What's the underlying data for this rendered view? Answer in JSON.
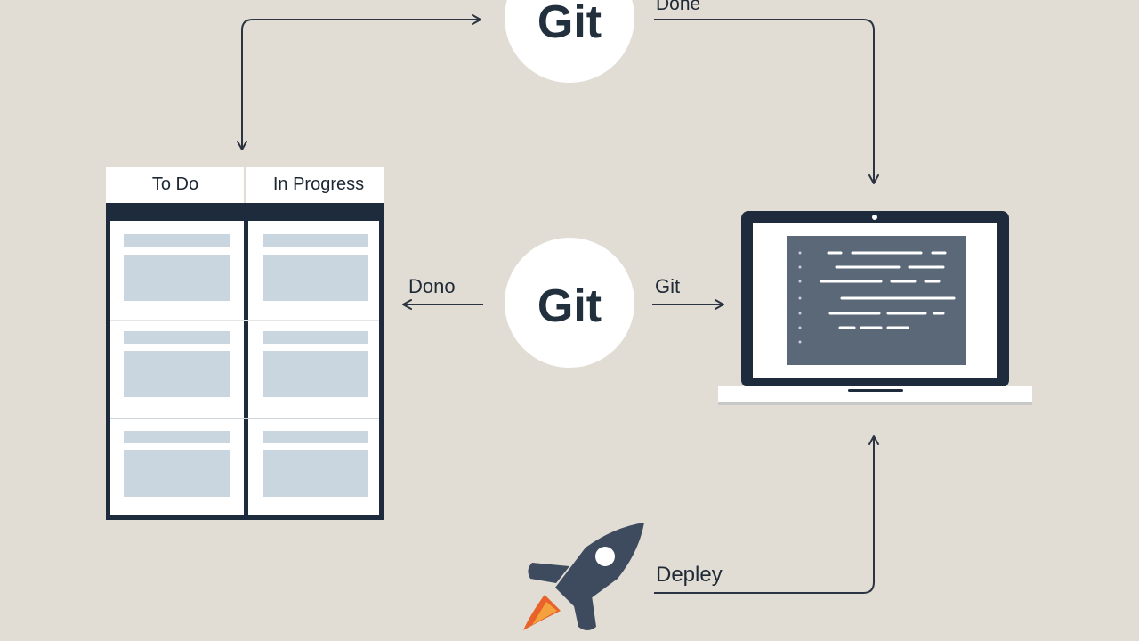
{
  "kanban": {
    "columns": [
      {
        "label": "To Do"
      },
      {
        "label": "In Progress"
      }
    ]
  },
  "git_nodes": {
    "top": {
      "label": "Git"
    },
    "center": {
      "label": "Git"
    }
  },
  "labels": {
    "top_done": "Done",
    "left_done": "Dono",
    "right_git": "Git",
    "deploy": "Depley"
  },
  "colors": {
    "background": "#e1ddd5",
    "ink": "#22303d",
    "board_frame": "#1e2b3c",
    "card": "#c9d5df",
    "screen": "#5b6877",
    "rocket_body": "#3e4b5e",
    "rocket_flame": "#e8622a"
  },
  "icons": {
    "laptop": "laptop-icon",
    "rocket": "rocket-icon"
  }
}
